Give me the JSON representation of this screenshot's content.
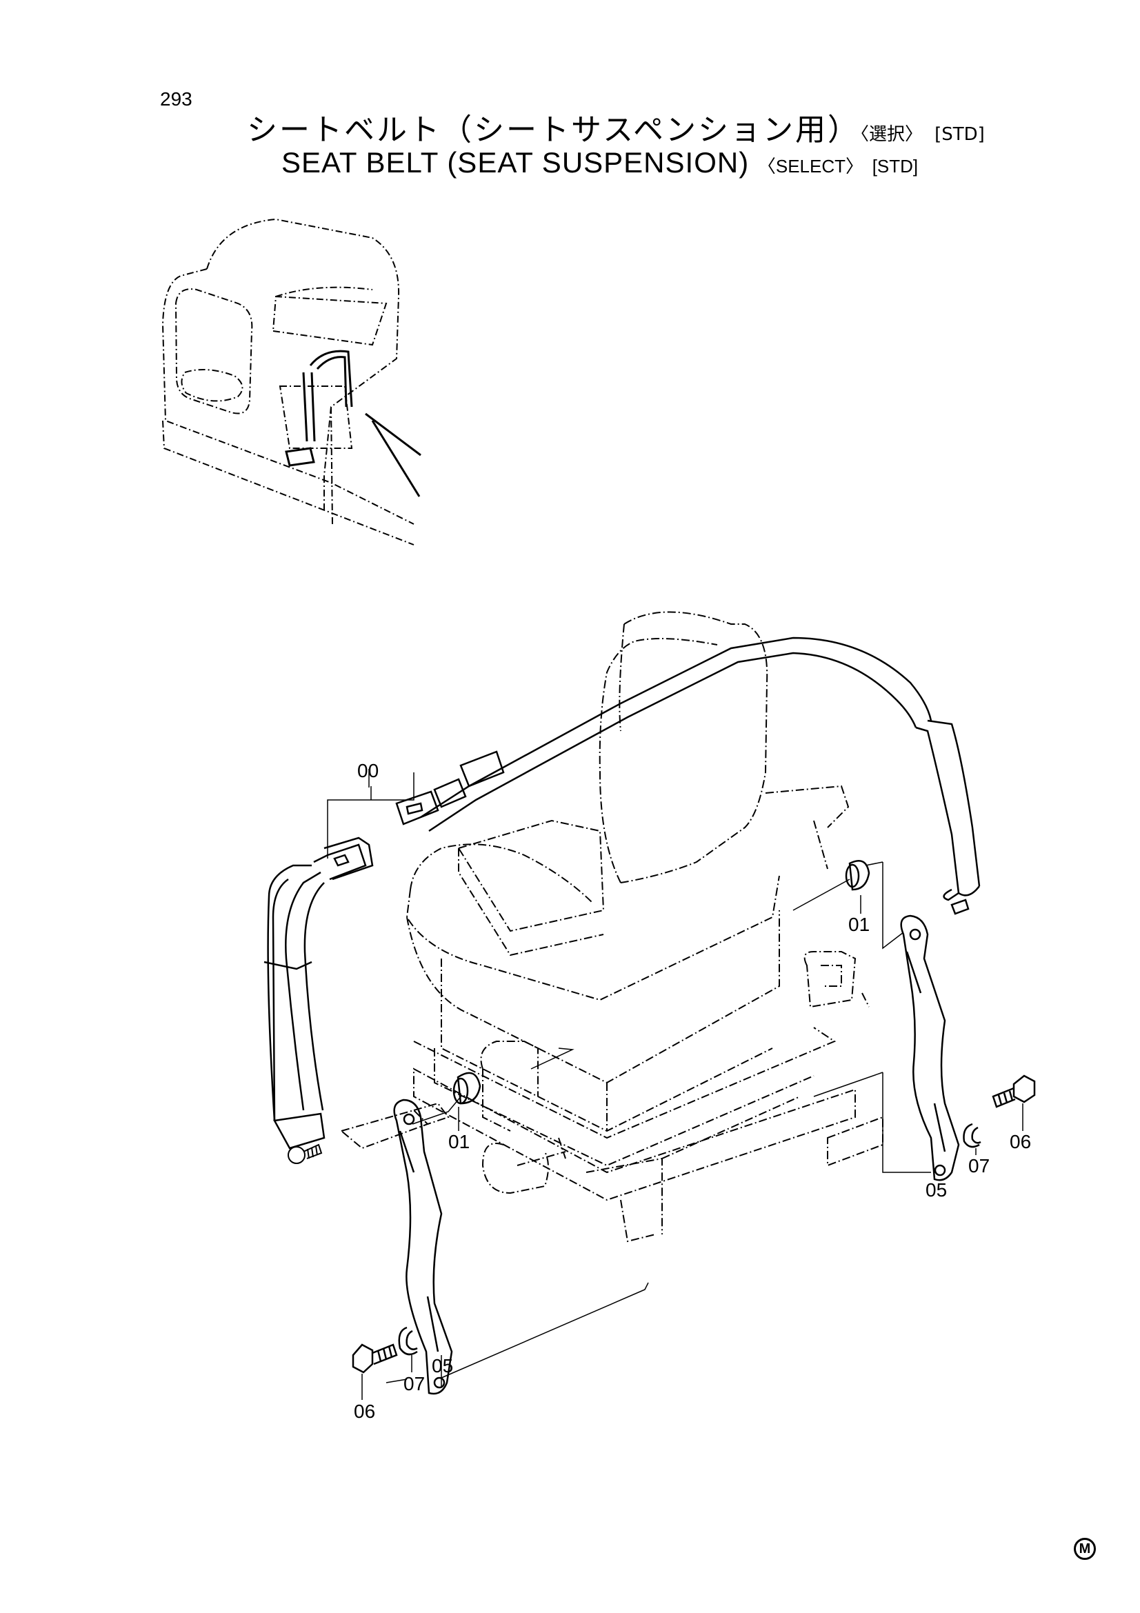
{
  "page_number": "293",
  "title_jp": {
    "main": "シートベルト（シートサスペンション用）",
    "select": "〈選択〉",
    "std": "[STD]"
  },
  "title_en": {
    "main": "SEAT BELT (SEAT SUSPENSION)",
    "select": "〈SELECT〉",
    "std": "[STD]"
  },
  "callouts": [
    {
      "id": "c00",
      "label": "00"
    },
    {
      "id": "c01a",
      "label": "01"
    },
    {
      "id": "c01b",
      "label": "01"
    },
    {
      "id": "c05a",
      "label": "05"
    },
    {
      "id": "c05b",
      "label": "05"
    },
    {
      "id": "c06a",
      "label": "06"
    },
    {
      "id": "c06b",
      "label": "06"
    },
    {
      "id": "c07a",
      "label": "07"
    },
    {
      "id": "c07b",
      "label": "07"
    }
  ],
  "corner_mark": "M"
}
